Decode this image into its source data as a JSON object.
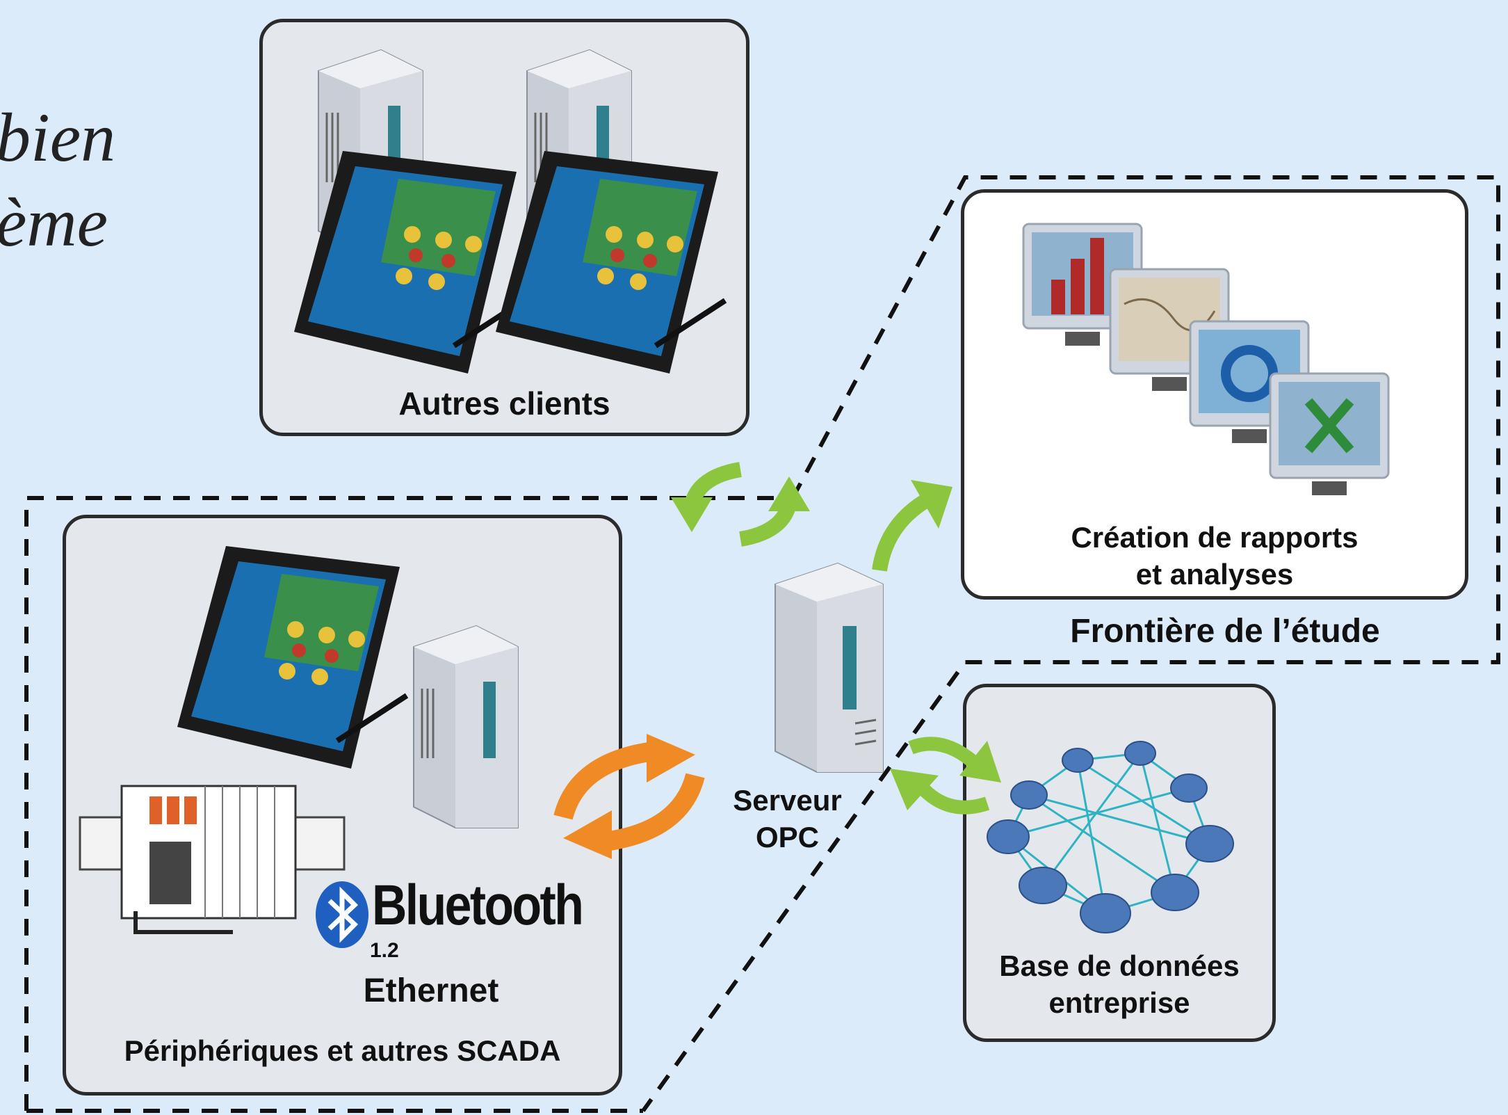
{
  "cut_text": {
    "line1": "bien",
    "line2": "ème"
  },
  "boxes": {
    "clients": {
      "label": "Autres clients"
    },
    "reports": {
      "label_line1": "Création de rapports",
      "label_line2": "et analyses"
    },
    "peripherals": {
      "label": "Périphériques et autres SCADA",
      "bluetooth": "Bluetooth",
      "bluetooth_version": "1.2",
      "ethernet": "Ethernet"
    },
    "database": {
      "label_line1": "Base de données",
      "label_line2": "entreprise"
    }
  },
  "server": {
    "label_line1": "Serveur",
    "label_line2": "OPC"
  },
  "boundary": {
    "label": "Frontière de l’étude"
  },
  "colors": {
    "green_arrow": "#8cc63f",
    "orange_arrow": "#f08a24",
    "background": "#dcebfa",
    "bluetooth_blue": "#1f5fbf"
  }
}
